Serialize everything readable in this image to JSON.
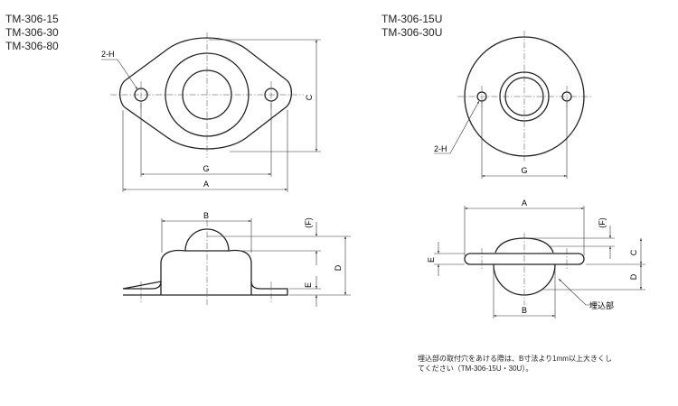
{
  "left_models": [
    "TM-306-15",
    "TM-306-30",
    "TM-306-80"
  ],
  "right_models": [
    "TM-306-15U",
    "TM-306-30U"
  ],
  "labels": {
    "hole": "2-H",
    "A": "A",
    "B": "B",
    "C": "C",
    "D": "D",
    "E": "E",
    "F": "(F)",
    "G": "G",
    "embed": "埋込部"
  },
  "note": [
    "埋込部の取付穴をあける際は、B寸法より1mm以上大きくし",
    "てください（TM-306-15U・30U）。"
  ]
}
